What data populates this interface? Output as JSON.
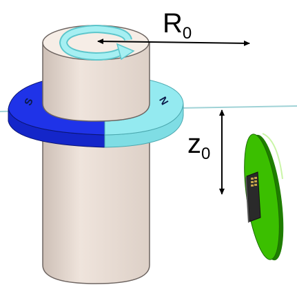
{
  "labels": {
    "radius_symbol": "R",
    "radius_subscript": "0",
    "height_symbol": "z",
    "height_subscript": "0"
  },
  "magnet": {
    "south_label": "S",
    "north_label": "N",
    "south_color": "#1a2ee6",
    "north_color": "#8ee8ee"
  },
  "colors": {
    "cylinder": "#e9dcd3",
    "rotation_arrow": "#8fe6ea",
    "sensor_board": "#33b800",
    "sensor_chip": "#3a3a3a",
    "reference_line": "#9fd2d6"
  },
  "icons": {
    "rotation": "circular-arrow-icon",
    "radius": "double-arrow-icon",
    "height": "double-arrow-icon"
  }
}
